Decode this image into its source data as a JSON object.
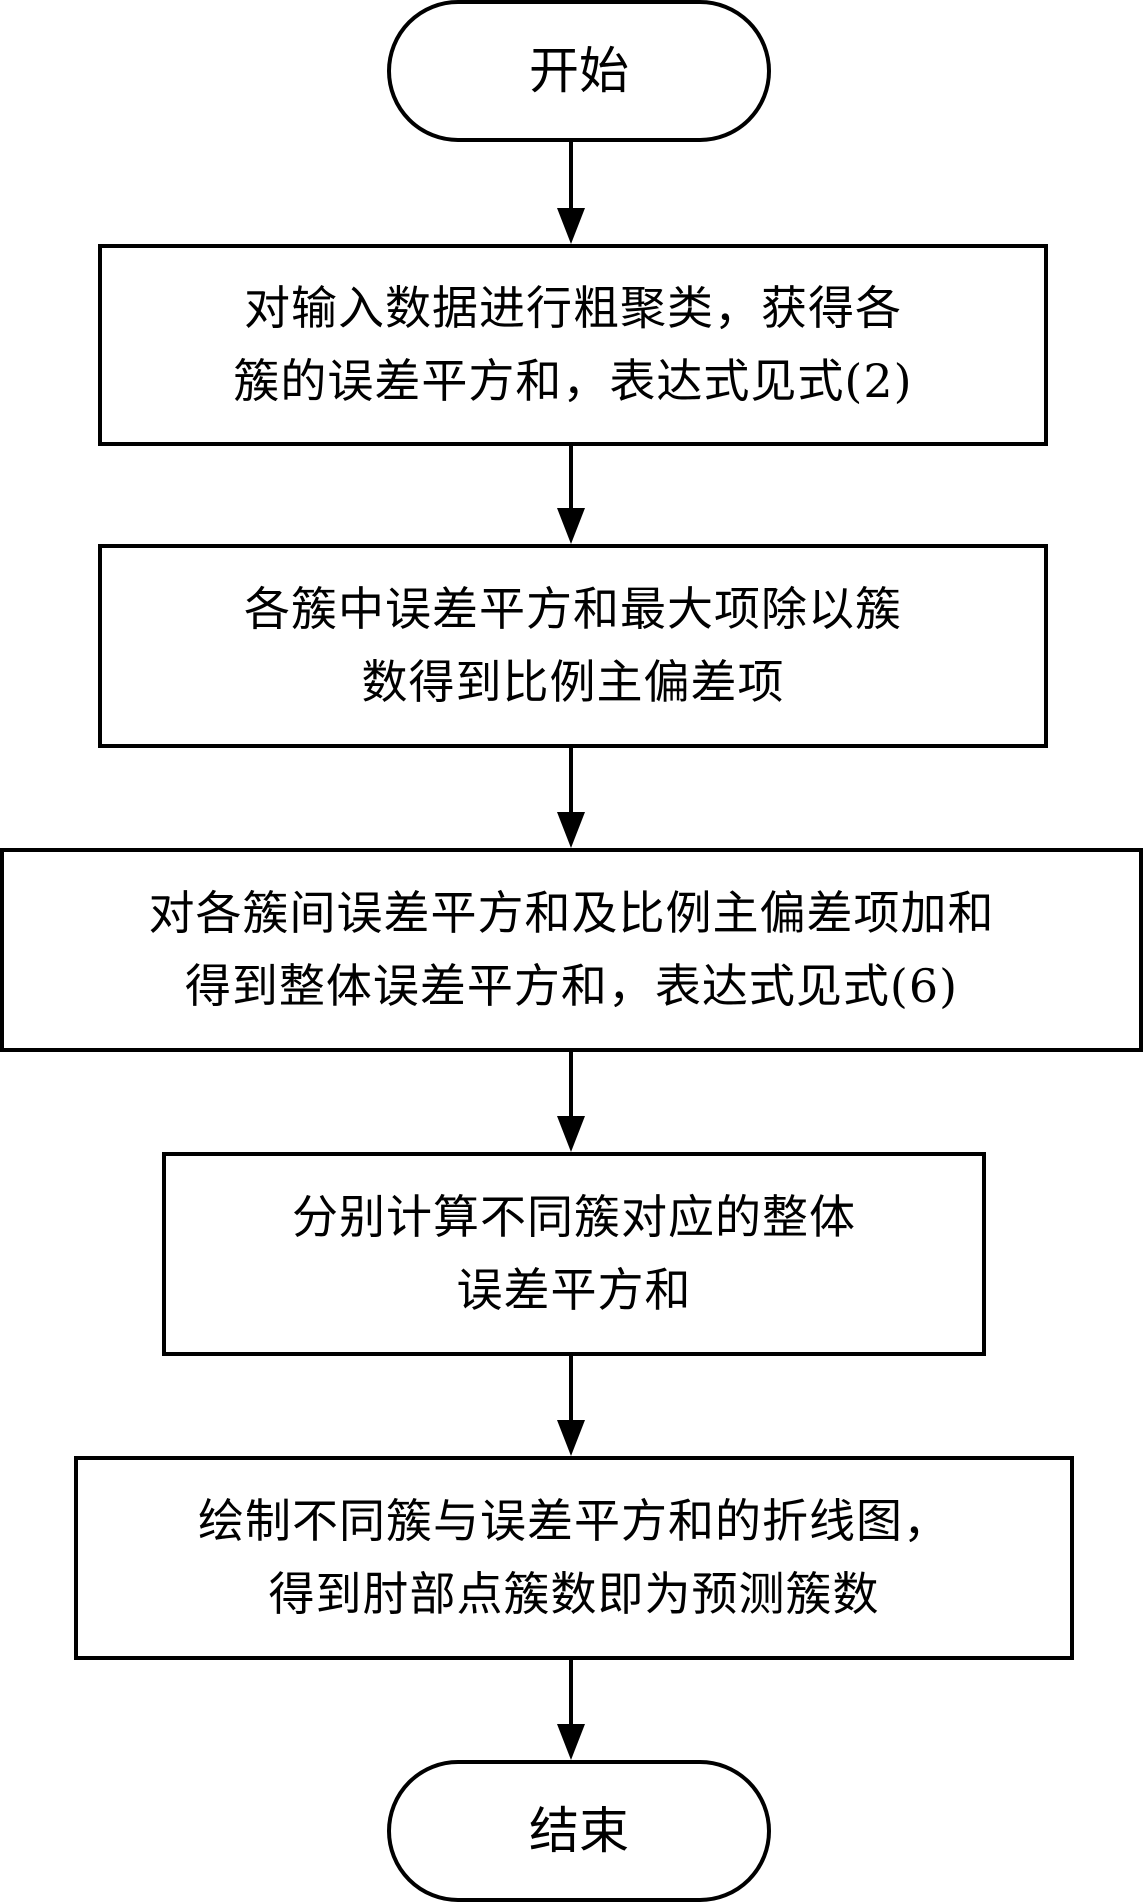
{
  "flowchart": {
    "start": "开始",
    "steps": [
      {
        "lines": [
          "对输入数据进行粗聚类，获得各",
          "簇的误差平方和，表达式见式(2)"
        ]
      },
      {
        "lines": [
          "各簇中误差平方和最大项除以簇",
          "数得到比例主偏差项"
        ]
      },
      {
        "lines": [
          "对各簇间误差平方和及比例主偏差项加和",
          "得到整体误差平方和，表达式见式(6)"
        ]
      },
      {
        "lines": [
          "分别计算不同簇对应的整体",
          "误差平方和"
        ]
      },
      {
        "lines": [
          "绘制不同簇与误差平方和的折线图，",
          "得到肘部点簇数即为预测簇数"
        ]
      }
    ],
    "end": "结束"
  }
}
